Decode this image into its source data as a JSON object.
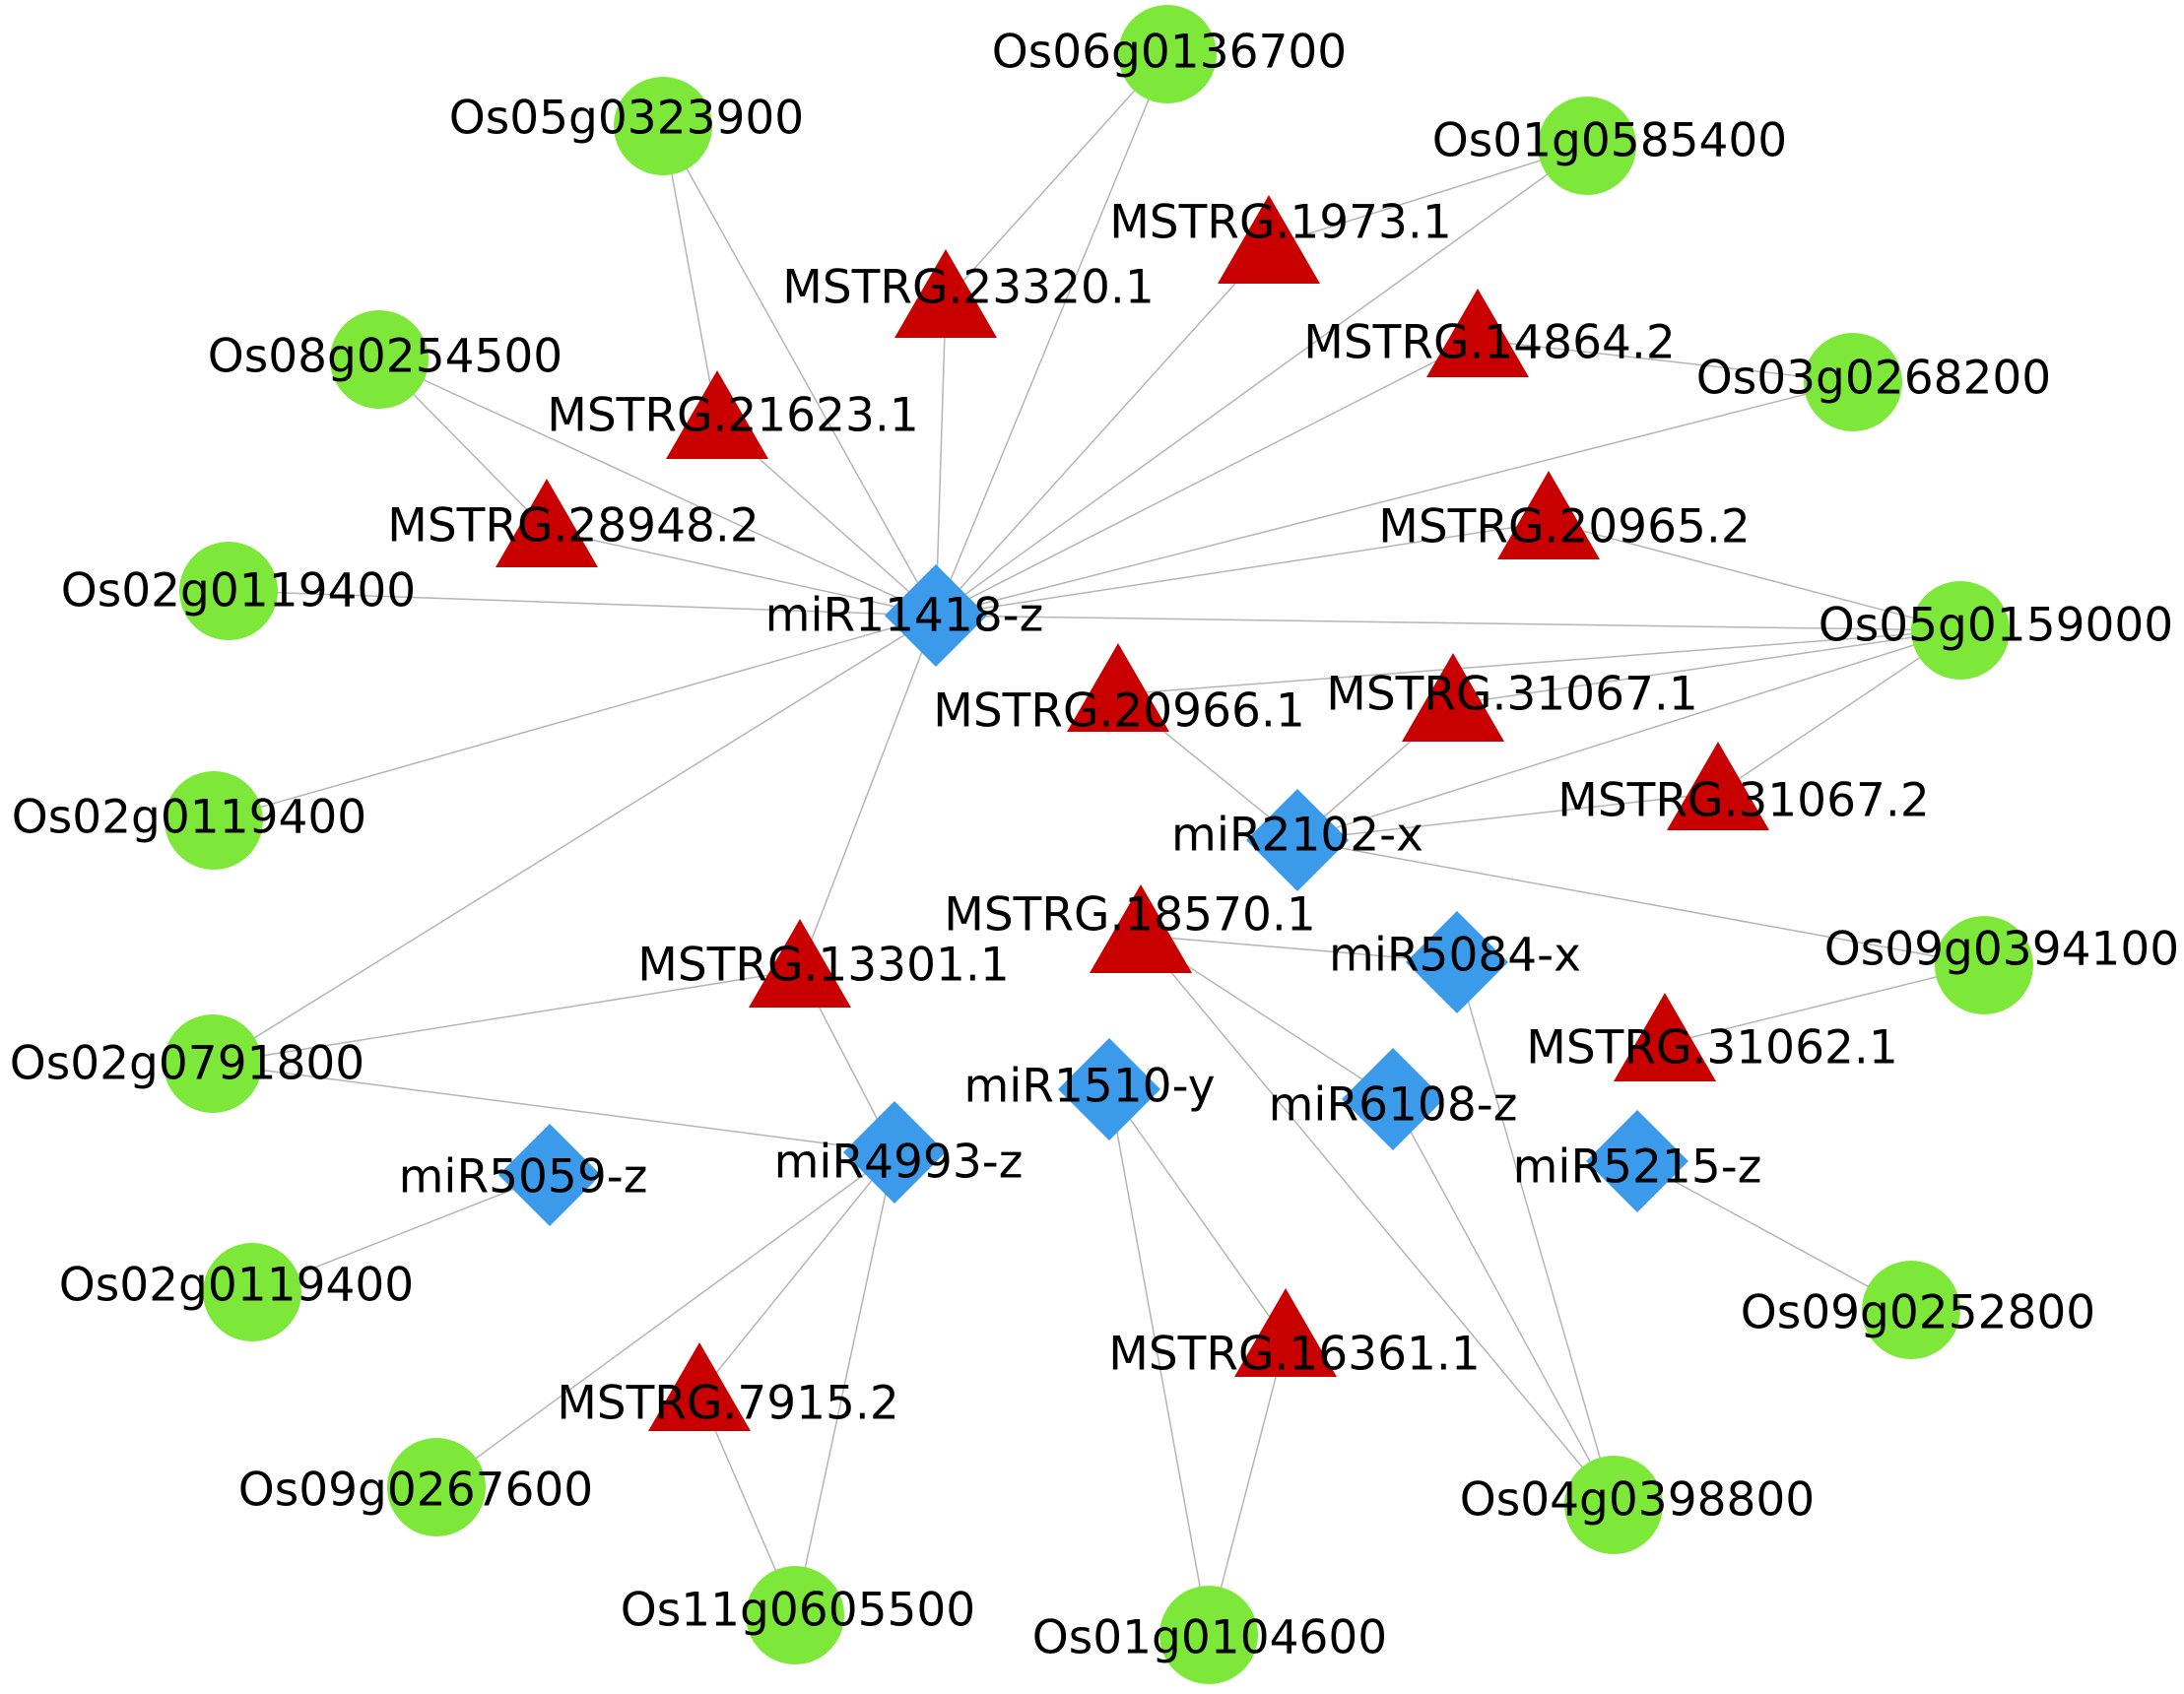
{
  "colors": {
    "mirna": "#3b9bea",
    "lncrna": "#c80000",
    "mrna": "#7ee83a",
    "edge": "#b5b5b5",
    "text": "#000000"
  },
  "nodes": [
    {
      "id": "miR11418-z",
      "label": "miR11418-z",
      "kind": "mirna"
    },
    {
      "id": "miR2102-x",
      "label": "miR2102-x",
      "kind": "mirna"
    },
    {
      "id": "miR5084-x",
      "label": "miR5084-x",
      "kind": "mirna"
    },
    {
      "id": "miR1510-y",
      "label": "miR1510-y",
      "kind": "mirna"
    },
    {
      "id": "miR6108-z",
      "label": "miR6108-z",
      "kind": "mirna"
    },
    {
      "id": "miR4993-z",
      "label": "miR4993-z",
      "kind": "mirna"
    },
    {
      "id": "miR5059-z",
      "label": "miR5059-z",
      "kind": "mirna"
    },
    {
      "id": "miR5215-z",
      "label": "miR5215-z",
      "kind": "mirna"
    },
    {
      "id": "MSTRG.23320.1",
      "label": "MSTRG.23320.1",
      "kind": "lncrna"
    },
    {
      "id": "MSTRG.1973.1",
      "label": "MSTRG.1973.1",
      "kind": "lncrna"
    },
    {
      "id": "MSTRG.14864.2",
      "label": "MSTRG.14864.2",
      "kind": "lncrna"
    },
    {
      "id": "MSTRG.21623.1",
      "label": "MSTRG.21623.1",
      "kind": "lncrna"
    },
    {
      "id": "MSTRG.28948.2",
      "label": "MSTRG.28948.2",
      "kind": "lncrna"
    },
    {
      "id": "MSTRG.20965.2",
      "label": "MSTRG.20965.2",
      "kind": "lncrna"
    },
    {
      "id": "MSTRG.20966.1",
      "label": "MSTRG.20966.1",
      "kind": "lncrna"
    },
    {
      "id": "MSTRG.31067.1",
      "label": "MSTRG.31067.1",
      "kind": "lncrna"
    },
    {
      "id": "MSTRG.31067.2",
      "label": "MSTRG.31067.2",
      "kind": "lncrna"
    },
    {
      "id": "MSTRG.18570.1",
      "label": "MSTRG.18570.1",
      "kind": "lncrna"
    },
    {
      "id": "MSTRG.13301.1",
      "label": "MSTRG.13301.1",
      "kind": "lncrna"
    },
    {
      "id": "MSTRG.31062.1",
      "label": "MSTRG.31062.1",
      "kind": "lncrna"
    },
    {
      "id": "MSTRG.16361.1",
      "label": "MSTRG.16361.1",
      "kind": "lncrna"
    },
    {
      "id": "MSTRG.7915.2",
      "label": "MSTRG.7915.2",
      "kind": "lncrna"
    },
    {
      "id": "Os06g0136700",
      "label": "Os06g0136700",
      "kind": "mrna"
    },
    {
      "id": "Os05g0323900",
      "label": "Os05g0323900",
      "kind": "mrna"
    },
    {
      "id": "Os01g0585400",
      "label": "Os01g0585400",
      "kind": "mrna"
    },
    {
      "id": "Os08g0254500",
      "label": "Os08g0254500",
      "kind": "mrna"
    },
    {
      "id": "Os03g0268200",
      "label": "Os03g0268200",
      "kind": "mrna"
    },
    {
      "id": "Os02g0119400-a",
      "label": "Os02g0119400",
      "kind": "mrna"
    },
    {
      "id": "Os05g0159000",
      "label": "Os05g0159000",
      "kind": "mrna"
    },
    {
      "id": "Os02g0119400-b",
      "label": "Os02g0119400",
      "kind": "mrna"
    },
    {
      "id": "Os09g0394100",
      "label": "Os09g0394100",
      "kind": "mrna"
    },
    {
      "id": "Os02g0791800",
      "label": "Os02g0791800",
      "kind": "mrna"
    },
    {
      "id": "Os02g0119400-c",
      "label": "Os02g0119400",
      "kind": "mrna"
    },
    {
      "id": "Os09g0252800",
      "label": "Os09g0252800",
      "kind": "mrna"
    },
    {
      "id": "Os09g0267600",
      "label": "Os09g0267600",
      "kind": "mrna"
    },
    {
      "id": "Os04g0398800",
      "label": "Os04g0398800",
      "kind": "mrna"
    },
    {
      "id": "Os11g0605500",
      "label": "Os11g0605500",
      "kind": "mrna"
    },
    {
      "id": "Os01g0104600",
      "label": "Os01g0104600",
      "kind": "mrna"
    }
  ],
  "edges": [
    [
      "miR11418-z",
      "Os06g0136700"
    ],
    [
      "miR11418-z",
      "Os05g0323900"
    ],
    [
      "miR11418-z",
      "Os01g0585400"
    ],
    [
      "miR11418-z",
      "Os08g0254500"
    ],
    [
      "miR11418-z",
      "Os03g0268200"
    ],
    [
      "miR11418-z",
      "Os02g0119400-a"
    ],
    [
      "miR11418-z",
      "Os05g0159000"
    ],
    [
      "miR11418-z",
      "Os02g0119400-b"
    ],
    [
      "miR11418-z",
      "Os02g0791800"
    ],
    [
      "miR11418-z",
      "MSTRG.23320.1"
    ],
    [
      "miR11418-z",
      "MSTRG.1973.1"
    ],
    [
      "miR11418-z",
      "MSTRG.14864.2"
    ],
    [
      "miR11418-z",
      "MSTRG.21623.1"
    ],
    [
      "miR11418-z",
      "MSTRG.28948.2"
    ],
    [
      "miR11418-z",
      "MSTRG.20965.2"
    ],
    [
      "miR11418-z",
      "MSTRG.13301.1"
    ],
    [
      "Os05g0323900",
      "MSTRG.21623.1"
    ],
    [
      "Os08g0254500",
      "MSTRG.28948.2"
    ],
    [
      "Os06g0136700",
      "MSTRG.23320.1"
    ],
    [
      "Os01g0585400",
      "MSTRG.1973.1"
    ],
    [
      "Os03g0268200",
      "MSTRG.14864.2"
    ],
    [
      "Os05g0159000",
      "MSTRG.20965.2"
    ],
    [
      "Os05g0159000",
      "MSTRG.20966.1"
    ],
    [
      "Os05g0159000",
      "MSTRG.31067.1"
    ],
    [
      "Os05g0159000",
      "MSTRG.31067.2"
    ],
    [
      "Os05g0159000",
      "miR2102-x"
    ],
    [
      "miR2102-x",
      "MSTRG.20966.1"
    ],
    [
      "miR2102-x",
      "MSTRG.31067.1"
    ],
    [
      "miR2102-x",
      "MSTRG.31067.2"
    ],
    [
      "miR2102-x",
      "Os09g0394100"
    ],
    [
      "Os09g0394100",
      "MSTRG.31062.1"
    ],
    [
      "Os02g0791800",
      "MSTRG.13301.1"
    ],
    [
      "Os02g0791800",
      "miR4993-z"
    ],
    [
      "MSTRG.13301.1",
      "miR4993-z"
    ],
    [
      "miR4993-z",
      "MSTRG.7915.2"
    ],
    [
      "miR4993-z",
      "Os09g0267600"
    ],
    [
      "miR4993-z",
      "Os11g0605500"
    ],
    [
      "MSTRG.7915.2",
      "Os11g0605500"
    ],
    [
      "miR5059-z",
      "Os02g0119400-c"
    ],
    [
      "MSTRG.18570.1",
      "miR5084-x"
    ],
    [
      "MSTRG.18570.1",
      "miR6108-z"
    ],
    [
      "MSTRG.18570.1",
      "Os04g0398800"
    ],
    [
      "miR5084-x",
      "Os04g0398800"
    ],
    [
      "miR6108-z",
      "Os04g0398800"
    ],
    [
      "miR1510-y",
      "MSTRG.16361.1"
    ],
    [
      "miR1510-y",
      "Os01g0104600"
    ],
    [
      "MSTRG.16361.1",
      "Os01g0104600"
    ],
    [
      "miR5215-z",
      "Os09g0252800"
    ]
  ]
}
